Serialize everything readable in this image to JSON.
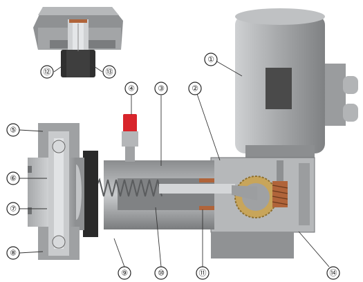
{
  "callouts": [
    {
      "id": "c1",
      "label": "①"
    },
    {
      "id": "c2",
      "label": "②"
    },
    {
      "id": "c3",
      "label": "③"
    },
    {
      "id": "c4",
      "label": "④"
    },
    {
      "id": "c5",
      "label": "⑤"
    },
    {
      "id": "c6",
      "label": "⑥"
    },
    {
      "id": "c7",
      "label": "⑦"
    },
    {
      "id": "c8",
      "label": "⑧"
    },
    {
      "id": "c9",
      "label": "⑨"
    },
    {
      "id": "c10",
      "label": "⑩"
    },
    {
      "id": "c11",
      "label": "⑪"
    },
    {
      "id": "c12",
      "label": "⑫"
    },
    {
      "id": "c13",
      "label": "⑬"
    },
    {
      "id": "c14",
      "label": "⑭"
    }
  ],
  "colors": {
    "metal_dark": "#6e7072",
    "metal_mid": "#9a9c9e",
    "metal_light": "#c4c6c8",
    "motor": "#a9abad",
    "accent_red": "#d8252b",
    "accent_copper": "#b0643a",
    "gear_gold": "#c8a55a",
    "black_ring": "#2a2a2a"
  }
}
